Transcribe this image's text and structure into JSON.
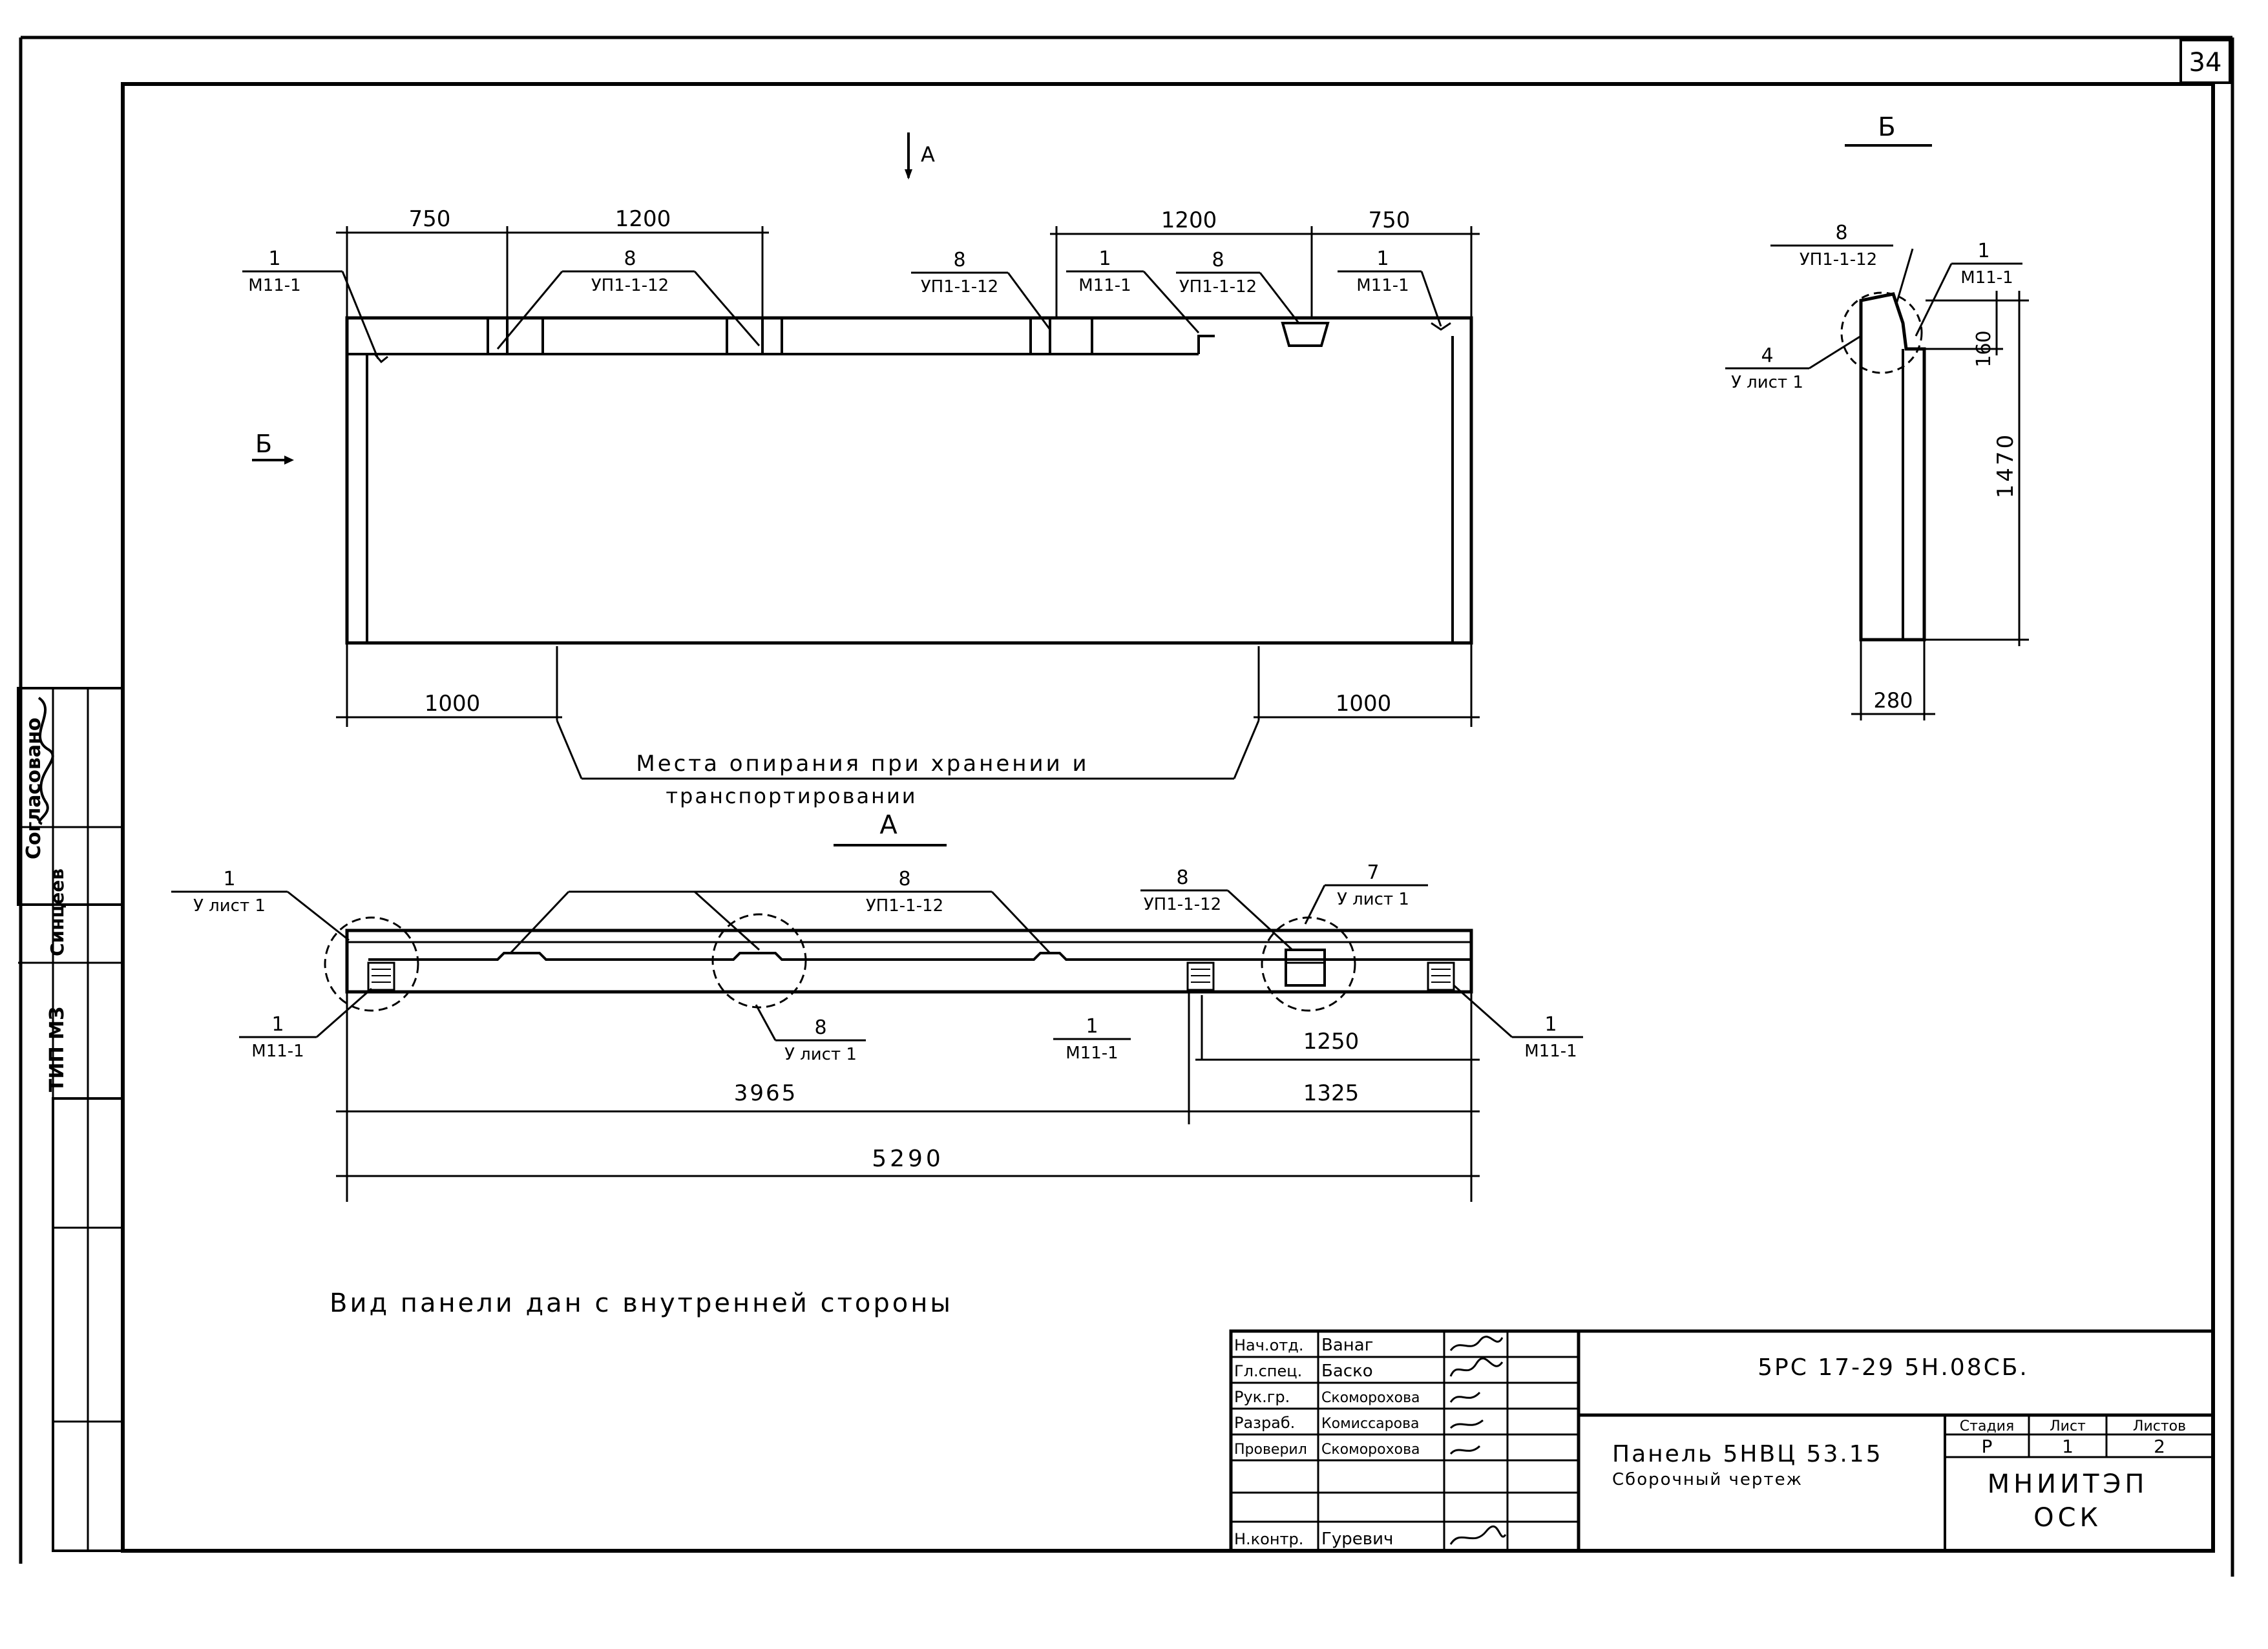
{
  "sheet": {
    "page_number": "34",
    "note": "Вид панели дан с внутренней стороны"
  },
  "approval_block": {
    "agreed": "Согласовано",
    "org": "ТИП МЗ",
    "person": "Синцеев"
  },
  "front_view": {
    "section_mark": "А",
    "view_mark": "Б",
    "top_dims": [
      "750",
      "1200",
      "1200",
      "750"
    ],
    "bottom_dims": [
      "1000",
      "1000"
    ],
    "callouts": [
      {
        "num": "1",
        "ref": "М11-1"
      },
      {
        "num": "8",
        "ref": "УП1-1-12"
      },
      {
        "num": "8",
        "ref": "УП1-1-12"
      },
      {
        "num": "1",
        "ref": "М11-1"
      },
      {
        "num": "8",
        "ref": "УП1-1-12"
      },
      {
        "num": "1",
        "ref": "М11-1"
      }
    ],
    "support_note_line1": "Места опирания при хранении и",
    "support_note_line2": "транспортировании"
  },
  "plan_view": {
    "title": "А",
    "dims": {
      "d1250": "1250",
      "d1325": "1325",
      "d3965": "3965",
      "d5290": "5290"
    },
    "callouts": [
      {
        "num": "1",
        "ref": "У лист 1"
      },
      {
        "num": "8",
        "ref": "УП1-1-12"
      },
      {
        "num": "8",
        "ref": "УП1-1-12"
      },
      {
        "num": "7",
        "ref": "У лист 1"
      },
      {
        "num": "1",
        "ref": "М11-1"
      },
      {
        "num": "8",
        "ref": "У лист 1"
      },
      {
        "num": "1",
        "ref": "М11-1"
      },
      {
        "num": "1",
        "ref": "М11-1"
      }
    ]
  },
  "side_view": {
    "title": "Б",
    "dims": {
      "d160": "160",
      "d1470": "1470",
      "d280": "280"
    },
    "callouts": [
      {
        "num": "8",
        "ref": "УП1-1-12"
      },
      {
        "num": "1",
        "ref": "М11-1"
      },
      {
        "num": "4",
        "ref": "У лист 1"
      }
    ]
  },
  "title_block": {
    "rows": [
      {
        "role": "Нач.отд.",
        "name": "Ванаг"
      },
      {
        "role": "Гл.спец.",
        "name": "Баско"
      },
      {
        "role": "Рук.гр.",
        "name": "Скоморохова"
      },
      {
        "role": "Разраб.",
        "name": "Комиссарова"
      },
      {
        "role": "Проверил",
        "name": "Скоморохова"
      },
      {
        "role": "",
        "name": ""
      },
      {
        "role": "",
        "name": ""
      },
      {
        "role": "Н.контр.",
        "name": "Гуревич"
      }
    ],
    "code": "5РС 17-29 5Н.08СБ.",
    "panel_name": "Панель 5НВЦ 53.15",
    "drawing_type": "Сборочный чертеж",
    "stage_header": "Стадия",
    "sheet_header": "Лист",
    "sheets_header": "Листов",
    "stage": "Р",
    "sheet": "1",
    "sheets": "2",
    "org_line1": "МНИИТЭП",
    "org_line2": "ОСК"
  }
}
